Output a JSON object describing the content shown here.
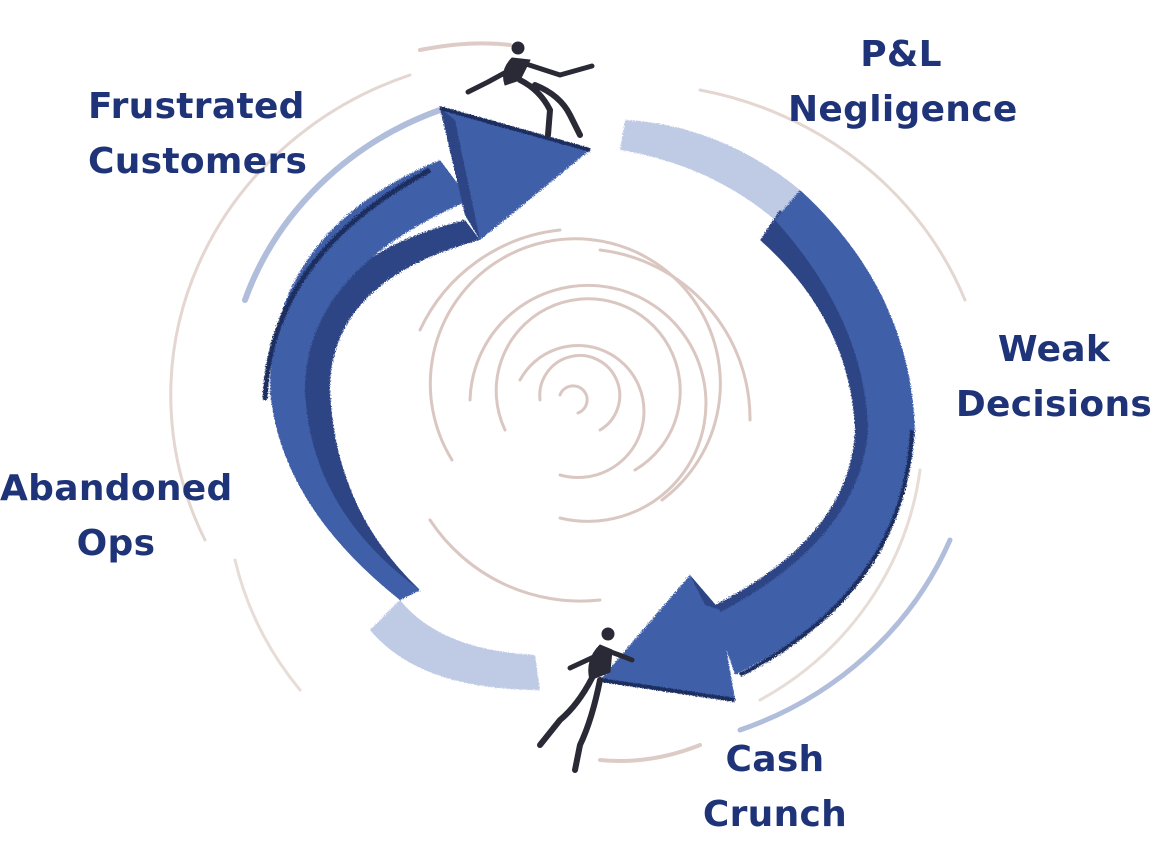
{
  "colors": {
    "label_text": "#1f3478",
    "arrow_fill": "#3f5fa9",
    "arrow_side": "#2d4585",
    "arrow_shadow": "#1d2f5e",
    "swirl": "#cfb5ad",
    "figure": "#2a2a36"
  },
  "labels": {
    "frustrated": {
      "line1": "Frustrated",
      "line2": "Customers"
    },
    "pl": {
      "line1": "P&L",
      "line2": "Negligence"
    },
    "weak": {
      "line1": "Weak",
      "line2": "Decisions"
    },
    "abandoned": {
      "line1": "Abandoned",
      "line2": "Ops"
    },
    "cash": {
      "line1": "Cash",
      "line2": "Crunch"
    }
  },
  "icons": {
    "top_figure": "person-pushing-arrow-icon",
    "bottom_figure": "person-pushing-arrow-icon"
  }
}
